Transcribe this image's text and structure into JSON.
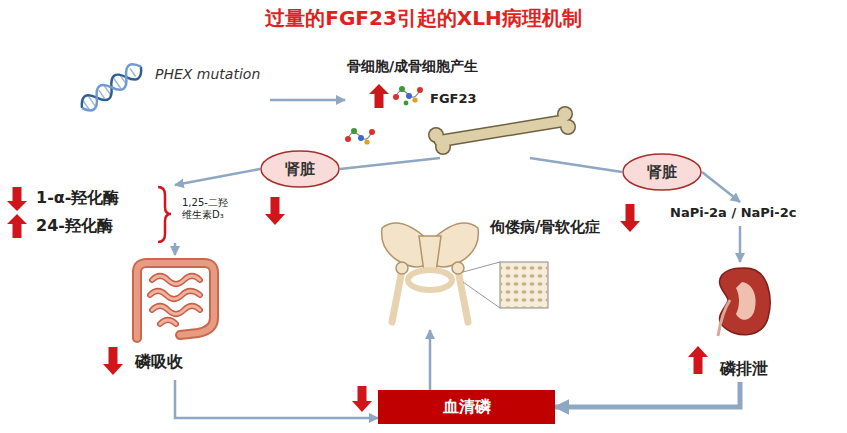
{
  "diagram": {
    "title": "过量的FGF23引起的XLH病理机制",
    "nodes": [
      {
        "text": [
          "PHEX mutation"
        ]
      },
      {
        "text": [
          "骨细胞/成骨细胞产生",
          "FGF23"
        ]
      },
      {
        "text": [
          "肾脏"
        ]
      },
      {
        "text": [
          "肾脏"
        ]
      },
      {
        "text": [
          "1-α-羟化酶",
          "24-羟化酶",
          "1,25-二羟维生素D₃"
        ]
      },
      {
        "text": [
          "磷吸收"
        ]
      },
      {
        "text": [
          "佝偻病/骨软化症"
        ]
      },
      {
        "text": [
          "NaPi-2a / NaPi-2c"
        ]
      },
      {
        "text": [
          "磷排泄"
        ]
      },
      {
        "text": [
          "血清磷"
        ]
      }
    ],
    "edges": [
      {
        "from": 0,
        "to": 1,
        "arrow": "to"
      },
      {
        "from": 1,
        "to": 2,
        "arrow": "none"
      },
      {
        "from": 2,
        "to": 4,
        "arrow": "to"
      },
      {
        "from": 1,
        "to": 3,
        "arrow": "none"
      },
      {
        "from": 3,
        "to": 7,
        "arrow": "to"
      },
      {
        "from": 4,
        "to": 5,
        "arrow": "to"
      },
      {
        "from": 7,
        "to": 8,
        "arrow": "to"
      },
      {
        "from": 5,
        "to": 9,
        "arrow": "to"
      },
      {
        "from": 8,
        "to": 9,
        "arrow": "to"
      },
      {
        "from": 9,
        "to": 6,
        "arrow": "to"
      }
    ]
  }
}
